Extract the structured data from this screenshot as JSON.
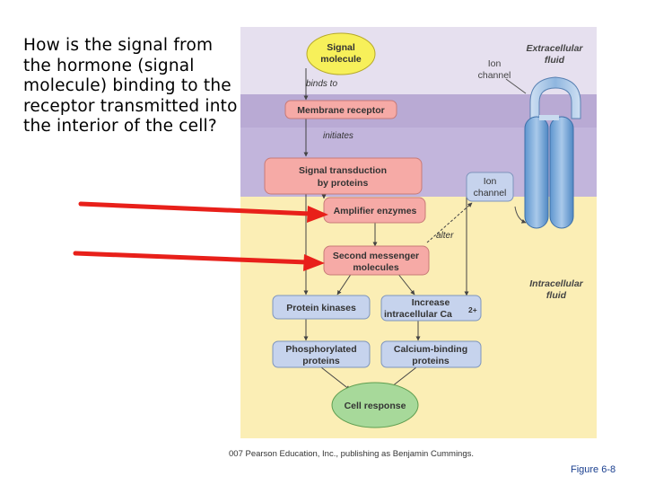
{
  "question": "How is the signal from the hormone (signal molecule) binding to the receptor transmitted into the interior of the cell?",
  "diagram": {
    "signal_molecule": [
      "Signal",
      "molecule"
    ],
    "binds_to": "binds to",
    "membrane_receptor": "Membrane receptor",
    "initiates": "initiates",
    "signal_transduction": [
      "Signal transduction",
      "by proteins"
    ],
    "amplifier_enzymes": "Amplifier enzymes",
    "alter": "alter",
    "second_messenger": [
      "Second messenger",
      "molecules"
    ],
    "protein_kinases": "Protein kinases",
    "increase_ca": [
      "Increase",
      "intracellular Ca"
    ],
    "ca_superscript": "2+",
    "phosphorylated_proteins": [
      "Phosphorylated",
      "proteins"
    ],
    "calcium_binding_proteins": [
      "Calcium-binding",
      "proteins"
    ],
    "cell_response": "Cell response",
    "extracellular_fluid": [
      "Extracellular",
      "fluid"
    ],
    "intracellular_fluid": [
      "Intracellular",
      "fluid"
    ],
    "ion_channel_top": [
      "Ion",
      "channel"
    ],
    "ion_channel_box": [
      "Ion",
      "channel"
    ],
    "colors": {
      "extracellular": "#e6e0ef",
      "membrane": "#bcaed6",
      "intracellular": "#fbeeb5",
      "yellow_node": "#f7f05a",
      "pink_node": "#f6aaa6",
      "blue_node": "#c6d3ed",
      "green_node": "#a7d99a",
      "red_arrow": "#e8201a"
    }
  },
  "copyright": "007 Pearson Education, Inc., publishing as Benjamin Cummings.",
  "figure_label": "Figure 6-8"
}
